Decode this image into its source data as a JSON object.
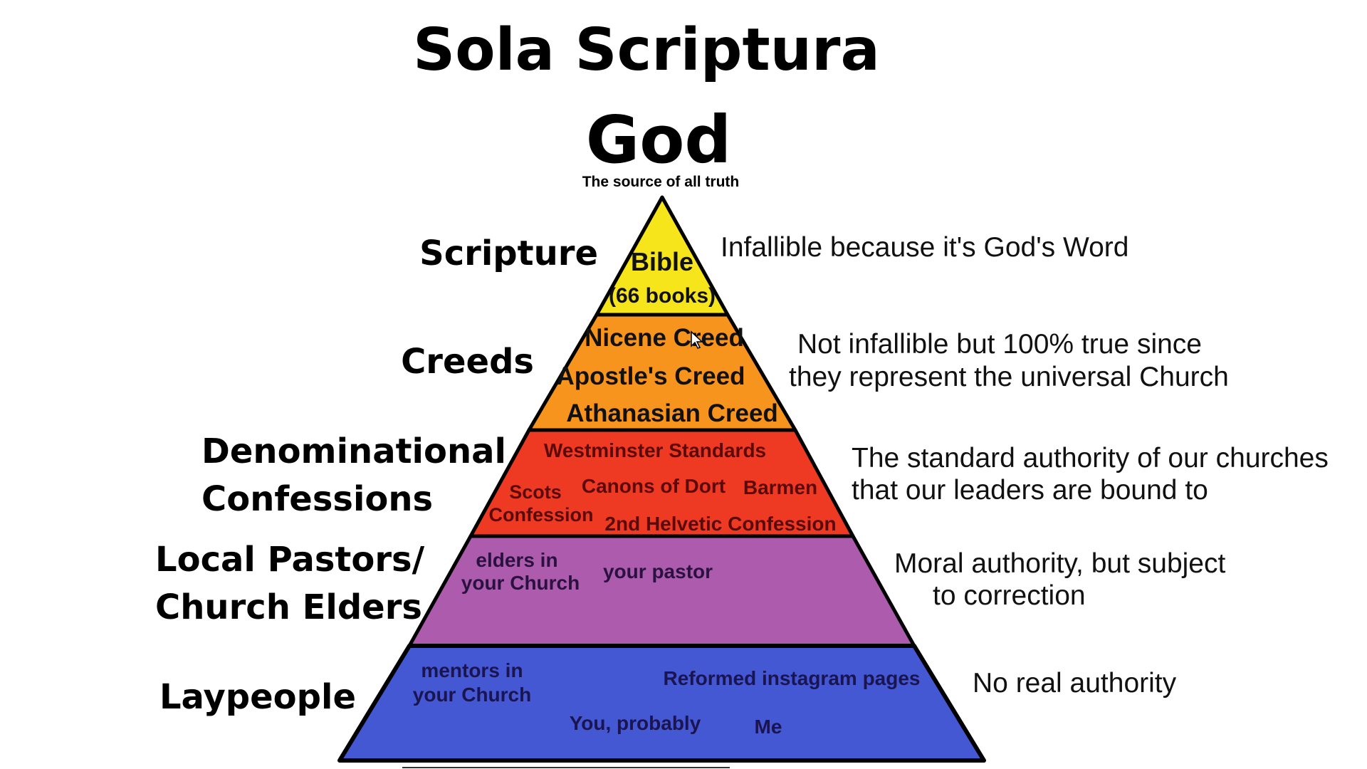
{
  "title": "Sola Scriptura",
  "apex": {
    "label": "God",
    "subtitle": "The source of all truth"
  },
  "tiers": [
    {
      "name": "Scripture",
      "color": "#f5e51a",
      "description": [
        "Infallible because it's God's Word"
      ],
      "items": [
        "Bible",
        "(66 books)"
      ]
    },
    {
      "name": "Creeds",
      "color": "#f7941d",
      "description": [
        "Not infallible but 100% true since",
        "they represent the universal Church"
      ],
      "items": [
        "Nicene Creed",
        "Apostle's Creed",
        "Athanasian Creed"
      ]
    },
    {
      "name": [
        "Denominational",
        "Confessions"
      ],
      "color": "#ef3a23",
      "description": [
        "The standard authority of our churches",
        "that our leaders are bound to"
      ],
      "items": [
        "Westminster Standards",
        "Scots",
        "Confession",
        "Canons of Dort",
        "Barmen",
        "2nd Helvetic Confession"
      ]
    },
    {
      "name": [
        "Local Pastors/",
        "Church Elders"
      ],
      "color": "#ad5cad",
      "description": [
        "Moral authority, but subject",
        "to correction"
      ],
      "items": [
        "elders in",
        "your Church",
        "your pastor"
      ]
    },
    {
      "name": "Laypeople",
      "color": "#4458d4",
      "description": [
        "No real authority"
      ],
      "items": [
        "mentors in",
        "your Church",
        "Reformed instagram pages",
        "You, probably",
        "Me"
      ]
    }
  ]
}
